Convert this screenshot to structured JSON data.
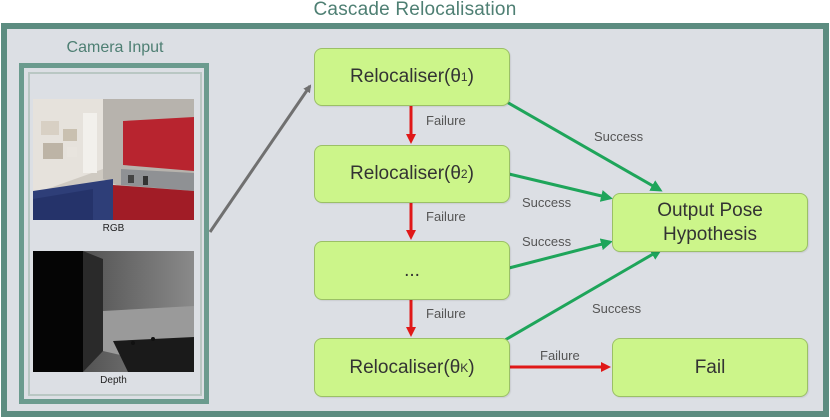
{
  "title": "Cascade Relocalisation",
  "camera": {
    "title": "Camera Input",
    "rgb_label": "RGB",
    "depth_label": "Depth"
  },
  "nodes": {
    "reloc1": {
      "text": "Relocaliser(θ",
      "sub": "1",
      "close": ")"
    },
    "reloc2": {
      "text": "Relocaliser(θ",
      "sub": "2",
      "close": ")"
    },
    "ellipsis": {
      "text": "..."
    },
    "relocK": {
      "text": "Relocaliser(θ",
      "sub": "K",
      "close": ")"
    },
    "output": {
      "text": "Output Pose Hypothesis"
    },
    "fail": {
      "text": "Fail"
    }
  },
  "edges": {
    "failure1": "Failure",
    "failure2": "Failure",
    "failure3": "Failure",
    "failure4": "Failure",
    "success1": "Success",
    "success2": "Success",
    "success3": "Success",
    "success4": "Success"
  },
  "colors": {
    "frame": "#5c8c80",
    "background": "#dcdfe4",
    "node_fill": "#ccf58a",
    "success_arrow": "#1ea55a",
    "failure_arrow": "#e01818",
    "input_arrow": "#707070"
  }
}
